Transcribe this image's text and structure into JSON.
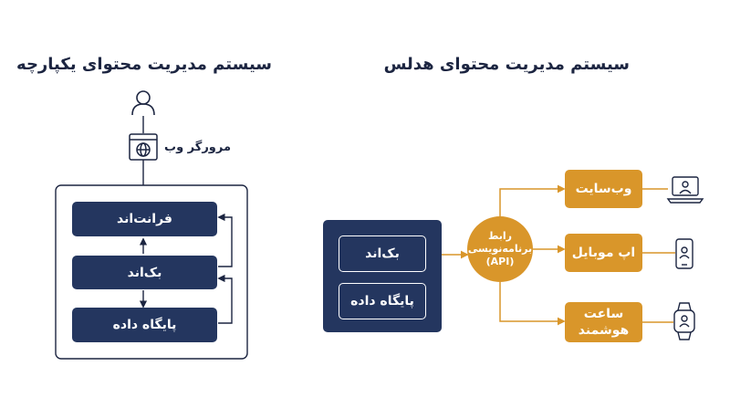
{
  "left": {
    "title": "سیستم مدیریت محتوای یکپارچه",
    "browser_label": "مرورگر وب",
    "frontend_label": "فرانت‌اند",
    "backend_label": "بک‌اند",
    "database_label": "پایگاه داده"
  },
  "right": {
    "title": "سیستم مدیریت محتوای هدلس",
    "backend_label": "بک‌اند",
    "database_label": "پایگاه داده",
    "api_line1": "رابط",
    "api_line2": "برنامه‌نویسی",
    "api_line3": "(API)",
    "website_label": "وب‌سایت",
    "mobile_label": "اپ موبایل",
    "watch_line1": "ساعت",
    "watch_line2": "هوشمند"
  },
  "colors": {
    "navy": "#24365f",
    "orange": "#d9962a",
    "line": "#1c2541"
  },
  "icons": [
    "user-icon",
    "browser-globe-icon",
    "laptop-user-icon",
    "phone-user-icon",
    "watch-user-icon"
  ]
}
